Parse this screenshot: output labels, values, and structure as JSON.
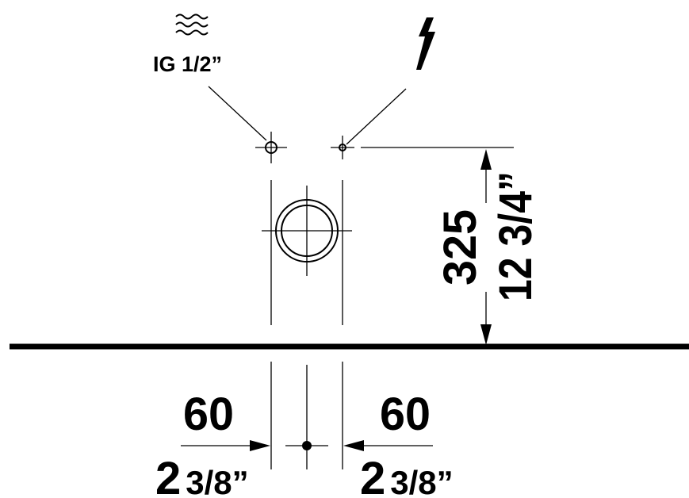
{
  "water_supply": {
    "icon": "water-waves-icon",
    "label": "IG 1/2”"
  },
  "electrical": {
    "icon": "lightning-bolt-icon"
  },
  "height_dimension": {
    "metric": "325",
    "imperial": "12 3/4”"
  },
  "left_offset": {
    "metric": "60",
    "imperial_whole": "2",
    "imperial_fraction": "3/8”"
  },
  "right_offset": {
    "metric": "60",
    "imperial_whole": "2",
    "imperial_fraction": "3/8”"
  }
}
